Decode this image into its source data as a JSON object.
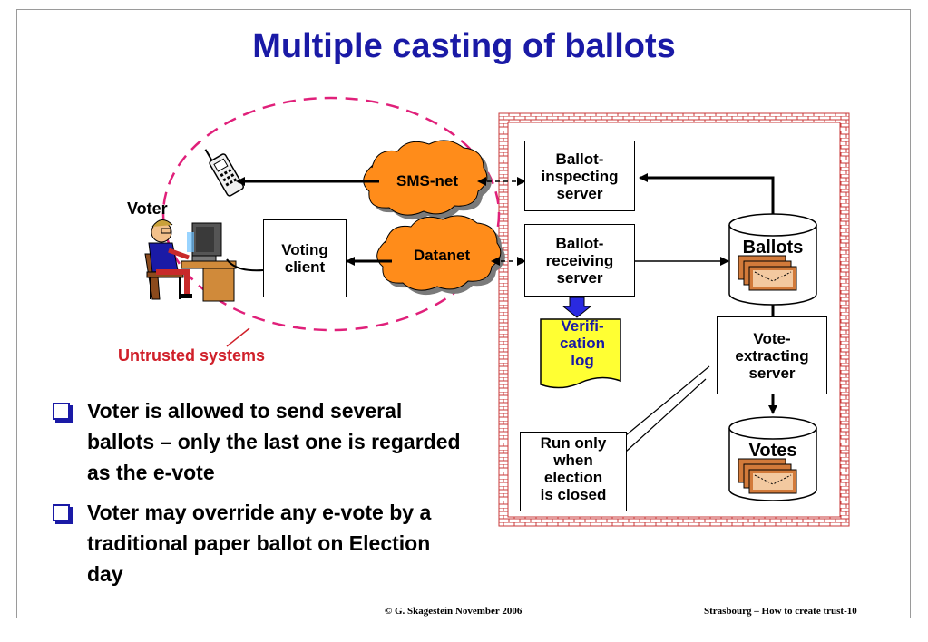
{
  "slide": {
    "title": "Multiple casting of ballots",
    "voter_label": "Voter",
    "untrusted_label": "Untrusted systems",
    "networks": {
      "sms": "SMS-net",
      "data": "Datanet"
    },
    "boxes": {
      "voting_client": "Voting\nclient",
      "ballot_inspecting": "Ballot-\ninspecting\nserver",
      "ballot_receiving": "Ballot-\nreceiving\nserver",
      "vote_extracting": "Vote-\nextracting\nserver"
    },
    "databases": {
      "ballots": "Ballots",
      "votes": "Votes"
    },
    "verification_log": "Verifi-\ncation\nlog",
    "note": "Run only\nwhen\nelection\nis closed",
    "bullets": [
      "Voter is allowed to send several ballots – only the last one is regarded as the e-vote",
      "Voter may override any e-vote by a traditional paper ballot on Election day"
    ],
    "footer_left": "© G. Skagestein November 2006",
    "footer_right": "Strasbourg – How to create trust-10"
  },
  "colors": {
    "title": "#1a1aa6",
    "cloud": "#ff8c1a",
    "untrusted": "#d0202a",
    "ellipse": "#e0207a",
    "firewall": "#c83a3a",
    "log": "#ffff33",
    "arrow_down": "#2a2ae0"
  }
}
